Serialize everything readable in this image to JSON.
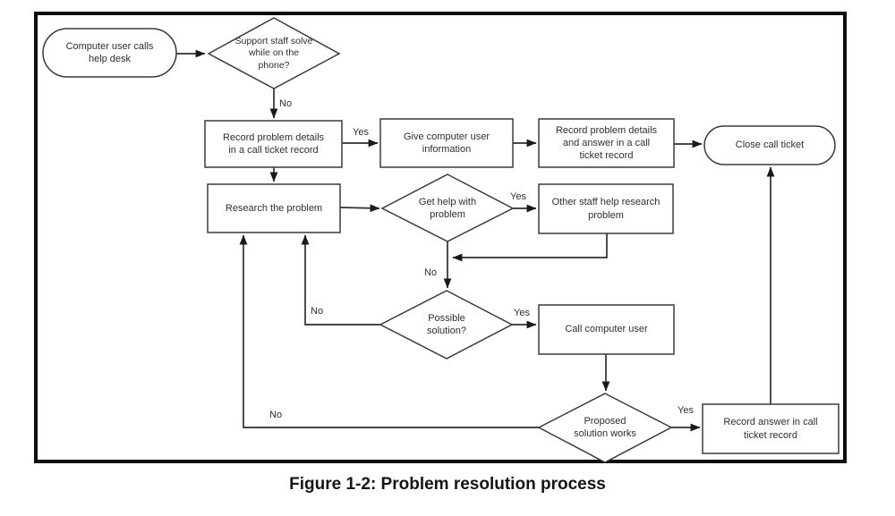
{
  "figure": {
    "caption": "Figure 1-2: Problem resolution process"
  },
  "colors": {
    "shape_stroke": "#3a3a3a",
    "edge_stroke": "#2f2f2f",
    "arrowhead": "#1a1a1a",
    "text": "#2e2e2e",
    "frame_border": "#0d0d0d",
    "background": "#ffffff"
  },
  "nodes": {
    "start": {
      "type": "terminator",
      "label": "Computer user calls help desk"
    },
    "solve_on_phone": {
      "type": "decision",
      "label": "Support staff solve while on the phone?"
    },
    "record_details": {
      "type": "process",
      "label": "Record problem details in a call ticket record"
    },
    "give_info": {
      "type": "process",
      "label": "Give computer user information"
    },
    "record_answer_too": {
      "type": "process",
      "label": "Record problem details and answer in a call ticket record"
    },
    "close_ticket": {
      "type": "terminator",
      "label": "Close call ticket"
    },
    "research": {
      "type": "process",
      "label": "Research the problem"
    },
    "get_help": {
      "type": "decision",
      "label": "Get help with problem"
    },
    "other_staff": {
      "type": "process",
      "label": "Other staff help research problem"
    },
    "possible_solution": {
      "type": "decision",
      "label": "Possible solution?"
    },
    "call_user": {
      "type": "process",
      "label": "Call computer user"
    },
    "solution_works": {
      "type": "decision",
      "label": "Proposed solution works"
    },
    "record_answer": {
      "type": "process",
      "label": "Record answer in call ticket record"
    }
  },
  "edge_labels": {
    "solve_no": "No",
    "solve_yes": "Yes",
    "get_help_yes": "Yes",
    "get_help_no": "No",
    "possible_no": "No",
    "possible_yes": "Yes",
    "proposed_yes": "Yes",
    "proposed_no": "No"
  }
}
